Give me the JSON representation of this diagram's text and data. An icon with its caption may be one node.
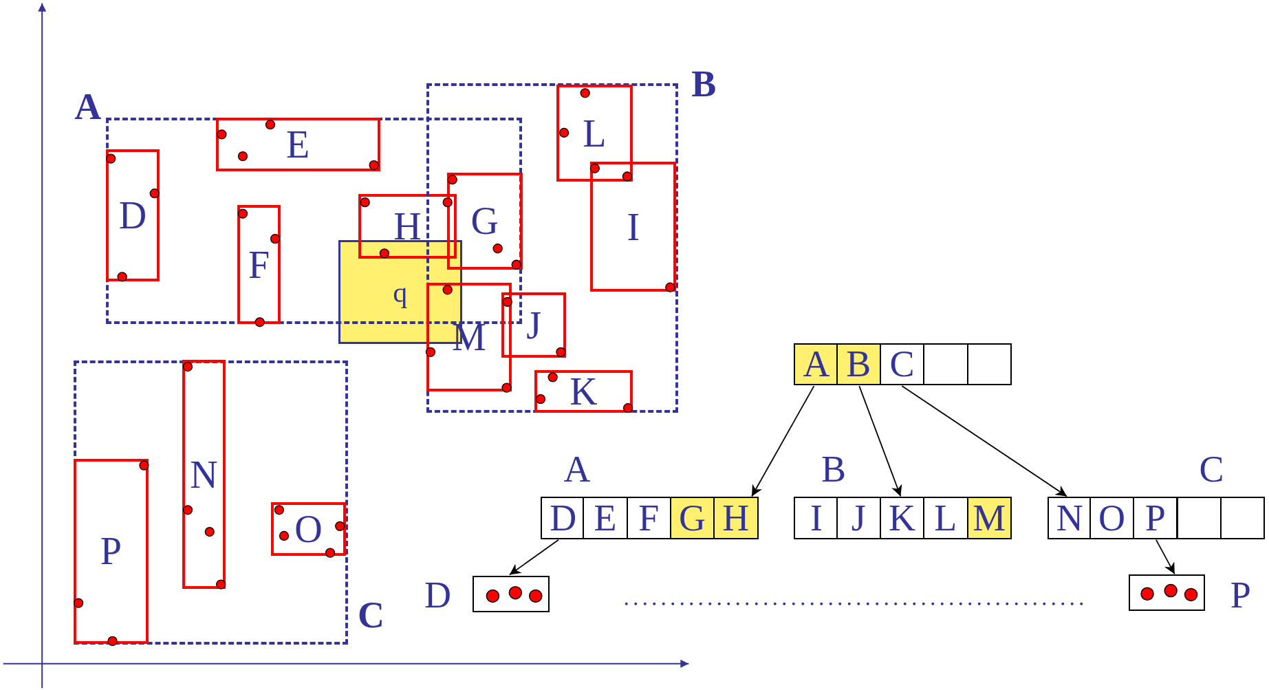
{
  "diagram": {
    "nodes": [
      {
        "text": [
          "A"
        ]
      },
      {
        "text": [
          "D"
        ],
        "in": 0
      },
      {
        "text": [
          "E"
        ],
        "in": 0
      },
      {
        "text": [
          "F"
        ],
        "in": 0
      },
      {
        "text": [
          "H"
        ],
        "in": 0
      },
      {
        "text": [
          "B"
        ]
      },
      {
        "text": [
          "L"
        ],
        "in": 5
      },
      {
        "text": [
          "I"
        ],
        "in": 5
      },
      {
        "text": [
          "G"
        ]
      },
      {
        "text": [
          "q"
        ]
      },
      {
        "text": [
          "J"
        ],
        "in": 5
      },
      {
        "text": [
          "M"
        ],
        "in": 5
      },
      {
        "text": [
          "K"
        ],
        "in": 5
      },
      {
        "text": [
          "C"
        ]
      },
      {
        "text": [
          "N"
        ],
        "in": 13
      },
      {
        "text": [
          "O"
        ],
        "in": 13
      },
      {
        "text": [
          "P"
        ],
        "in": 13
      },
      {
        "text": [],
        "shape": "box"
      },
      {
        "text": [
          "A"
        ],
        "in": 17
      },
      {
        "text": [
          "B"
        ],
        "in": 17
      },
      {
        "text": [
          "C"
        ],
        "in": 17
      },
      {
        "text": [],
        "shape": "box",
        "in": 17
      },
      {
        "text": [],
        "shape": "box",
        "in": 17
      },
      {
        "text": [
          "A"
        ]
      },
      {
        "text": [
          "D"
        ],
        "in": 23
      },
      {
        "text": [
          "E"
        ],
        "in": 23
      },
      {
        "text": [
          "F"
        ],
        "in": 23
      },
      {
        "text": [
          "G"
        ],
        "in": 23
      },
      {
        "text": [
          "H"
        ],
        "in": 23
      },
      {
        "text": [
          "B"
        ]
      },
      {
        "text": [
          "I"
        ],
        "in": 29
      },
      {
        "text": [
          "J"
        ],
        "in": 29
      },
      {
        "text": [
          "K"
        ],
        "in": 29
      },
      {
        "text": [
          "L"
        ],
        "in": 29
      },
      {
        "text": [
          "M"
        ],
        "in": 29
      },
      {
        "text": [
          "C"
        ]
      },
      {
        "text": [
          "N"
        ],
        "in": 35
      },
      {
        "text": [
          "O"
        ],
        "in": 35
      },
      {
        "text": [
          "P"
        ],
        "in": 35
      },
      {
        "text": [],
        "shape": "box",
        "in": 35
      },
      {
        "text": [],
        "shape": "box",
        "in": 35
      },
      {
        "text": [
          "D"
        ]
      },
      {
        "text": [
          "P"
        ]
      }
    ],
    "edges": [
      {
        "from": 18,
        "to": 23,
        "arrow": "to"
      },
      {
        "from": 19,
        "to": 29,
        "arrow": "to"
      },
      {
        "from": 20,
        "to": 35,
        "arrow": "to"
      },
      {
        "from": 24,
        "to": 41,
        "arrow": "to"
      },
      {
        "from": 38,
        "to": 42,
        "arrow": "to"
      }
    ]
  }
}
